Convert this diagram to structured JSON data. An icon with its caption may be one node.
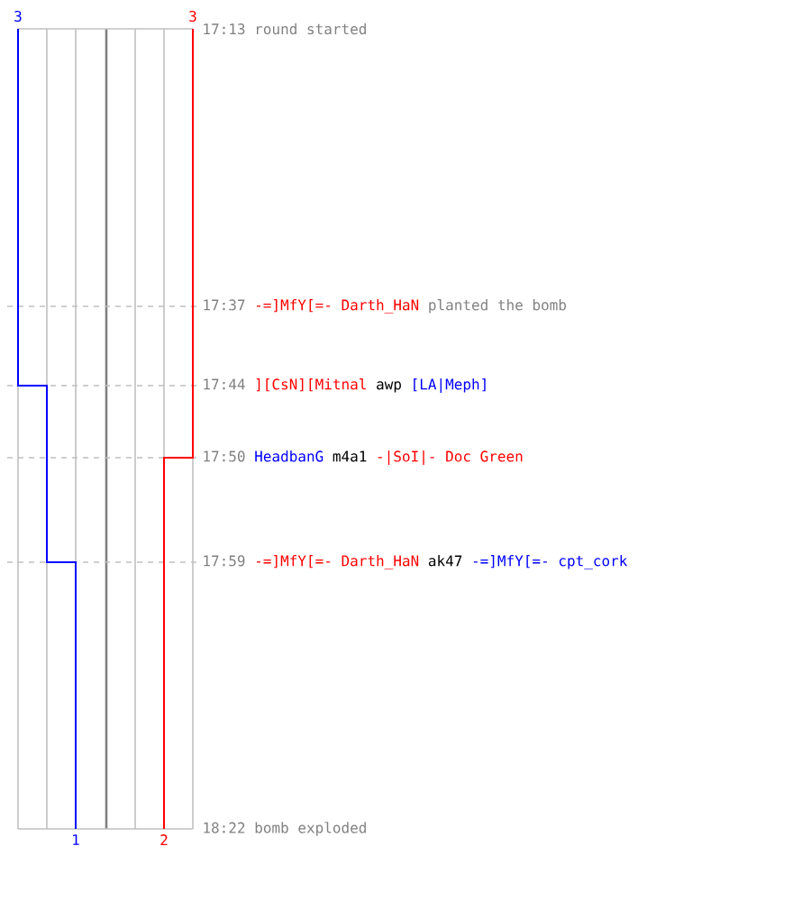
{
  "diagram": {
    "labels": [
      "3",
      "3",
      "17:13",
      "round started",
      "17:37",
      "-=]MfY[=- Darth_HaN",
      "planted the bomb",
      "17:44",
      "][CsN][Mitnal",
      "awp",
      "[LA|Meph]",
      "17:50",
      "HeadbanG",
      "m4a1",
      "-|SoI|- Doc Green",
      "17:59",
      "-=]MfY[=- Darth_HaN",
      "ak47",
      "-=]MfY[=- cpt_cork",
      "18:22",
      "bomb exploded",
      "1",
      "2"
    ]
  }
}
